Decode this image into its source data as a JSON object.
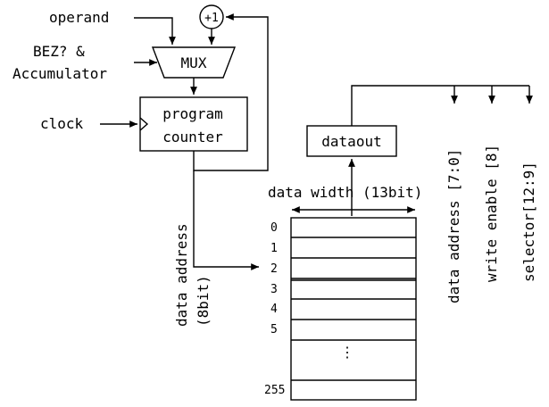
{
  "inputs": {
    "operand": "operand",
    "bez_line1": "BEZ? &",
    "bez_line2": "Accumulator",
    "clock": "clock"
  },
  "blocks": {
    "incrementer": "+1",
    "mux": "MUX",
    "pc_line1": "program",
    "pc_line2": "counter",
    "dataout": "dataout"
  },
  "memory": {
    "width_label": "data width (13bit)",
    "address_label_line1": "data address",
    "address_label_line2": "(8bit)",
    "row_labels": [
      "0",
      "1",
      "2",
      "3",
      "4",
      "5",
      "255"
    ],
    "ellipsis": "⋮"
  },
  "outputs": {
    "data_address": "data address [7:0]",
    "write_enable": "write enable [8]",
    "selector": "selector[12:9]"
  }
}
